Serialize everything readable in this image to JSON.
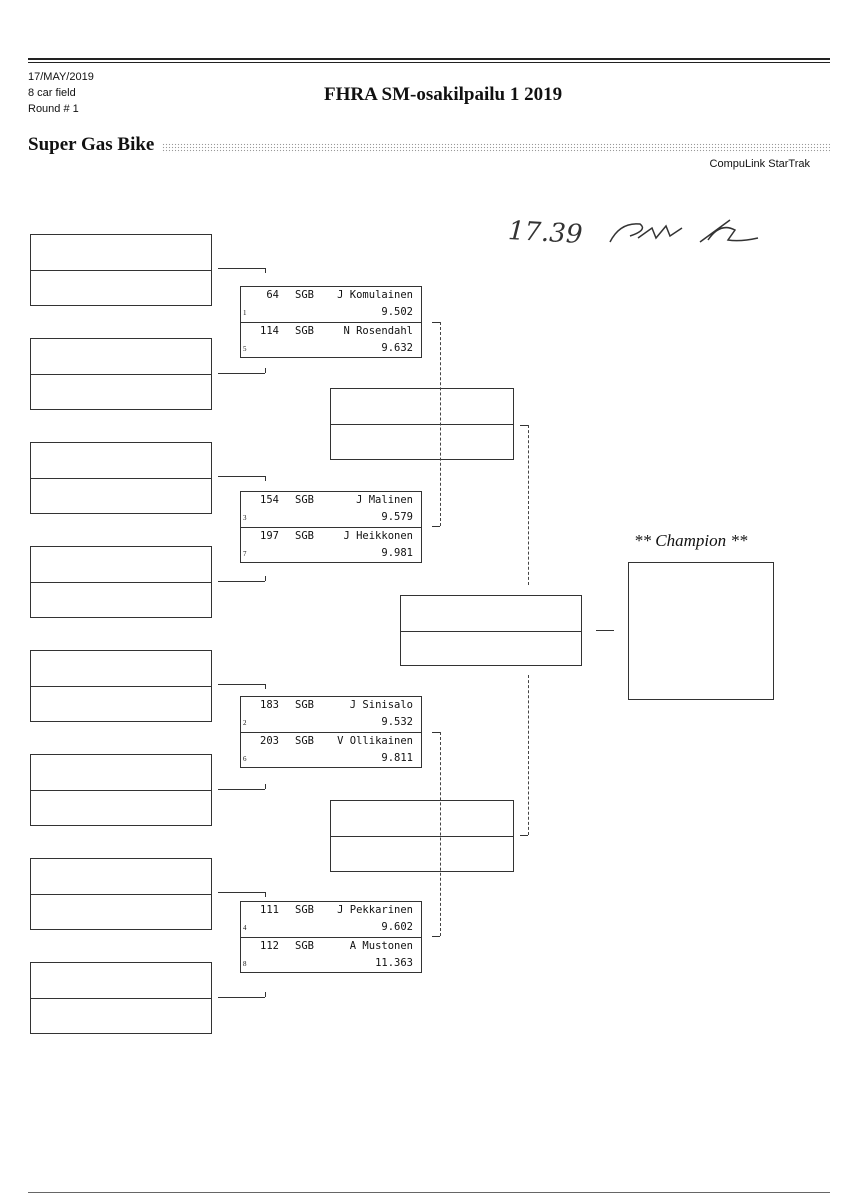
{
  "header": {
    "date": "17/MAY/2019",
    "field": "8 car field",
    "round": "Round # 1",
    "event_title": "FHRA SM-osakilpailu 1 2019",
    "class_title": "Super Gas Bike",
    "software": "CompuLink StarTrak"
  },
  "handwriting": {
    "time": "17.39",
    "signature": "signature"
  },
  "matches": [
    {
      "entries": [
        {
          "car": "64",
          "class": "SGB",
          "name": "J Komulainen",
          "et": "9.502",
          "seed": "1"
        },
        {
          "car": "114",
          "class": "SGB",
          "name": "N Rosendahl",
          "et": "9.632",
          "seed": "5"
        }
      ]
    },
    {
      "entries": [
        {
          "car": "154",
          "class": "SGB",
          "name": "J Malinen",
          "et": "9.579",
          "seed": "3"
        },
        {
          "car": "197",
          "class": "SGB",
          "name": "J Heikkonen",
          "et": "9.981",
          "seed": "7"
        }
      ]
    },
    {
      "entries": [
        {
          "car": "183",
          "class": "SGB",
          "name": "J Sinisalo",
          "et": "9.532",
          "seed": "2"
        },
        {
          "car": "203",
          "class": "SGB",
          "name": "V Ollikainen",
          "et": "9.811",
          "seed": "6"
        }
      ]
    },
    {
      "entries": [
        {
          "car": "111",
          "class": "SGB",
          "name": "J Pekkarinen",
          "et": "9.602",
          "seed": "4"
        },
        {
          "car": "112",
          "class": "SGB",
          "name": "A Mustonen",
          "et": "11.363",
          "seed": "8"
        }
      ]
    }
  ],
  "champion_label": "** Champion **"
}
